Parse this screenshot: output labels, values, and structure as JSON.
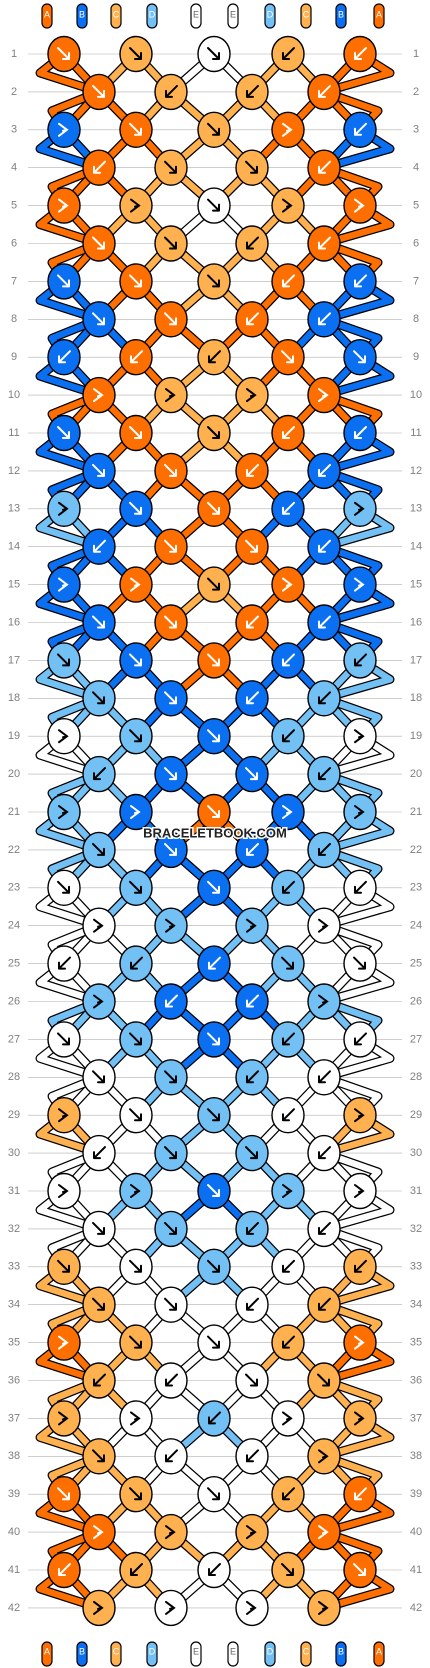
{
  "colors": {
    "A": "#ff6f00",
    "B": "#0a6ff0",
    "C": "#ffb14f",
    "D": "#73c0f5",
    "E": "#ffffff",
    "outline": "#000000",
    "grid": "#b0b0b0",
    "label": "#808080",
    "watermark": "#222222"
  },
  "strings_top": [
    "A",
    "B",
    "C",
    "D",
    "E",
    "E",
    "D",
    "C",
    "B",
    "A"
  ],
  "strings_bottom": [
    "A",
    "B",
    "C",
    "D",
    "E",
    "E",
    "D",
    "C",
    "B",
    "A"
  ],
  "watermark": "BRACELETBOOK.COM",
  "rows": [
    {
      "n": "1",
      "knots": [
        [
          "A",
          "se"
        ],
        [
          "C",
          "se"
        ],
        [
          "E",
          "se"
        ],
        [
          "C",
          "sw"
        ],
        [
          "A",
          "sw"
        ]
      ]
    },
    {
      "n": "2",
      "knots": [
        [
          "A",
          "se"
        ],
        [
          "C",
          "sw"
        ],
        [
          "C",
          "sw"
        ],
        [
          "A",
          "sw"
        ]
      ]
    },
    {
      "n": "3",
      "knots": [
        [
          "B",
          "sb"
        ],
        [
          "A",
          "se"
        ],
        [
          "C",
          "se"
        ],
        [
          "A",
          "sb"
        ],
        [
          "B",
          "sw"
        ]
      ]
    },
    {
      "n": "4",
      "knots": [
        [
          "A",
          "sw"
        ],
        [
          "C",
          "se"
        ],
        [
          "C",
          "se"
        ],
        [
          "A",
          "sw"
        ]
      ]
    },
    {
      "n": "5",
      "knots": [
        [
          "A",
          "sb"
        ],
        [
          "C",
          "sb"
        ],
        [
          "E",
          "se"
        ],
        [
          "C",
          "sb"
        ],
        [
          "A",
          "sb"
        ]
      ]
    },
    {
      "n": "6",
      "knots": [
        [
          "A",
          "se"
        ],
        [
          "C",
          "se"
        ],
        [
          "C",
          "sw"
        ],
        [
          "A",
          "sw"
        ]
      ]
    },
    {
      "n": "7",
      "knots": [
        [
          "B",
          "se"
        ],
        [
          "A",
          "se"
        ],
        [
          "C",
          "se"
        ],
        [
          "A",
          "sw"
        ],
        [
          "B",
          "sw"
        ]
      ]
    },
    {
      "n": "8",
      "knots": [
        [
          "B",
          "se"
        ],
        [
          "A",
          "se"
        ],
        [
          "A",
          "sw"
        ],
        [
          "B",
          "sw"
        ]
      ]
    },
    {
      "n": "9",
      "knots": [
        [
          "B",
          "sw"
        ],
        [
          "A",
          "sw"
        ],
        [
          "C",
          "sw"
        ],
        [
          "A",
          "se"
        ],
        [
          "B",
          "se"
        ]
      ]
    },
    {
      "n": "10",
      "knots": [
        [
          "A",
          "sb"
        ],
        [
          "C",
          "sb"
        ],
        [
          "C",
          "sb"
        ],
        [
          "A",
          "sb"
        ]
      ]
    },
    {
      "n": "11",
      "knots": [
        [
          "B",
          "se"
        ],
        [
          "A",
          "se"
        ],
        [
          "C",
          "se"
        ],
        [
          "A",
          "sw"
        ],
        [
          "B",
          "sw"
        ]
      ]
    },
    {
      "n": "12",
      "knots": [
        [
          "B",
          "se"
        ],
        [
          "A",
          "se"
        ],
        [
          "A",
          "sw"
        ],
        [
          "B",
          "sw"
        ]
      ]
    },
    {
      "n": "13",
      "knots": [
        [
          "D",
          "sb"
        ],
        [
          "B",
          "se"
        ],
        [
          "A",
          "se"
        ],
        [
          "B",
          "sw"
        ],
        [
          "D",
          "sb"
        ]
      ]
    },
    {
      "n": "14",
      "knots": [
        [
          "B",
          "sw"
        ],
        [
          "A",
          "se"
        ],
        [
          "A",
          "se"
        ],
        [
          "B",
          "sw"
        ]
      ]
    },
    {
      "n": "15",
      "knots": [
        [
          "B",
          "sb"
        ],
        [
          "A",
          "sb"
        ],
        [
          "C",
          "se"
        ],
        [
          "A",
          "sb"
        ],
        [
          "B",
          "sb"
        ]
      ]
    },
    {
      "n": "16",
      "knots": [
        [
          "B",
          "se"
        ],
        [
          "A",
          "se"
        ],
        [
          "A",
          "sw"
        ],
        [
          "B",
          "sw"
        ]
      ]
    },
    {
      "n": "17",
      "knots": [
        [
          "D",
          "se"
        ],
        [
          "B",
          "se"
        ],
        [
          "A",
          "se"
        ],
        [
          "B",
          "sw"
        ],
        [
          "D",
          "sw"
        ]
      ]
    },
    {
      "n": "18",
      "knots": [
        [
          "D",
          "se"
        ],
        [
          "B",
          "se"
        ],
        [
          "B",
          "sw"
        ],
        [
          "D",
          "sw"
        ]
      ]
    },
    {
      "n": "19",
      "knots": [
        [
          "E",
          "sb"
        ],
        [
          "D",
          "se"
        ],
        [
          "B",
          "se"
        ],
        [
          "D",
          "sw"
        ],
        [
          "E",
          "sb"
        ]
      ]
    },
    {
      "n": "20",
      "knots": [
        [
          "D",
          "sw"
        ],
        [
          "B",
          "se"
        ],
        [
          "B",
          "se"
        ],
        [
          "D",
          "sw"
        ]
      ]
    },
    {
      "n": "21",
      "knots": [
        [
          "D",
          "sb"
        ],
        [
          "B",
          "sb"
        ],
        [
          "A",
          "se"
        ],
        [
          "B",
          "sb"
        ],
        [
          "D",
          "sb"
        ]
      ]
    },
    {
      "n": "22",
      "knots": [
        [
          "D",
          "se"
        ],
        [
          "B",
          "se"
        ],
        [
          "B",
          "sw"
        ],
        [
          "D",
          "sw"
        ]
      ]
    },
    {
      "n": "23",
      "knots": [
        [
          "E",
          "se"
        ],
        [
          "D",
          "se"
        ],
        [
          "B",
          "se"
        ],
        [
          "D",
          "sw"
        ],
        [
          "E",
          "sw"
        ]
      ]
    },
    {
      "n": "24",
      "knots": [
        [
          "E",
          "sb"
        ],
        [
          "D",
          "sb"
        ],
        [
          "D",
          "sb"
        ],
        [
          "E",
          "sb"
        ]
      ]
    },
    {
      "n": "25",
      "knots": [
        [
          "E",
          "sw"
        ],
        [
          "D",
          "sw"
        ],
        [
          "B",
          "sw"
        ],
        [
          "D",
          "se"
        ],
        [
          "E",
          "se"
        ]
      ]
    },
    {
      "n": "26",
      "knots": [
        [
          "D",
          "sb"
        ],
        [
          "B",
          "sw"
        ],
        [
          "B",
          "sw"
        ],
        [
          "D",
          "sb"
        ]
      ]
    },
    {
      "n": "27",
      "knots": [
        [
          "E",
          "se"
        ],
        [
          "D",
          "se"
        ],
        [
          "B",
          "se"
        ],
        [
          "D",
          "sw"
        ],
        [
          "E",
          "sw"
        ]
      ]
    },
    {
      "n": "28",
      "knots": [
        [
          "E",
          "se"
        ],
        [
          "D",
          "se"
        ],
        [
          "D",
          "sw"
        ],
        [
          "E",
          "sw"
        ]
      ]
    },
    {
      "n": "29",
      "knots": [
        [
          "C",
          "sb"
        ],
        [
          "E",
          "se"
        ],
        [
          "D",
          "se"
        ],
        [
          "E",
          "sw"
        ],
        [
          "C",
          "sb"
        ]
      ]
    },
    {
      "n": "30",
      "knots": [
        [
          "E",
          "sw"
        ],
        [
          "D",
          "se"
        ],
        [
          "D",
          "se"
        ],
        [
          "E",
          "sw"
        ]
      ]
    },
    {
      "n": "31",
      "knots": [
        [
          "E",
          "sb"
        ],
        [
          "D",
          "sb"
        ],
        [
          "B",
          "se"
        ],
        [
          "D",
          "sb"
        ],
        [
          "E",
          "sb"
        ]
      ]
    },
    {
      "n": "32",
      "knots": [
        [
          "E",
          "se"
        ],
        [
          "D",
          "se"
        ],
        [
          "D",
          "sw"
        ],
        [
          "E",
          "sw"
        ]
      ]
    },
    {
      "n": "33",
      "knots": [
        [
          "C",
          "se"
        ],
        [
          "E",
          "se"
        ],
        [
          "D",
          "se"
        ],
        [
          "E",
          "sw"
        ],
        [
          "C",
          "sw"
        ]
      ]
    },
    {
      "n": "34",
      "knots": [
        [
          "C",
          "se"
        ],
        [
          "E",
          "se"
        ],
        [
          "E",
          "sw"
        ],
        [
          "C",
          "sw"
        ]
      ]
    },
    {
      "n": "35",
      "knots": [
        [
          "A",
          "sb"
        ],
        [
          "C",
          "se"
        ],
        [
          "E",
          "se"
        ],
        [
          "C",
          "sw"
        ],
        [
          "A",
          "sb"
        ]
      ]
    },
    {
      "n": "36",
      "knots": [
        [
          "C",
          "sw"
        ],
        [
          "E",
          "sw"
        ],
        [
          "E",
          "se"
        ],
        [
          "C",
          "se"
        ]
      ]
    },
    {
      "n": "37",
      "knots": [
        [
          "C",
          "sb"
        ],
        [
          "E",
          "sb"
        ],
        [
          "D",
          "sw"
        ],
        [
          "E",
          "sb"
        ],
        [
          "C",
          "sb"
        ]
      ]
    },
    {
      "n": "38",
      "knots": [
        [
          "C",
          "se"
        ],
        [
          "E",
          "sw"
        ],
        [
          "E",
          "sw"
        ],
        [
          "C",
          "sb"
        ]
      ]
    },
    {
      "n": "39",
      "knots": [
        [
          "A",
          "se"
        ],
        [
          "C",
          "se"
        ],
        [
          "E",
          "se"
        ],
        [
          "C",
          "sw"
        ],
        [
          "A",
          "sw"
        ]
      ]
    },
    {
      "n": "40",
      "knots": [
        [
          "A",
          "sb"
        ],
        [
          "C",
          "sb"
        ],
        [
          "C",
          "sb"
        ],
        [
          "A",
          "sb"
        ]
      ]
    },
    {
      "n": "41",
      "knots": [
        [
          "A",
          "sw"
        ],
        [
          "C",
          "sw"
        ],
        [
          "E",
          "sw"
        ],
        [
          "C",
          "se"
        ],
        [
          "A",
          "se"
        ]
      ]
    },
    {
      "n": "42",
      "knots": [
        [
          "C",
          "sb"
        ],
        [
          "E",
          "sb"
        ],
        [
          "E",
          "sb"
        ],
        [
          "C",
          "sb"
        ]
      ]
    }
  ]
}
